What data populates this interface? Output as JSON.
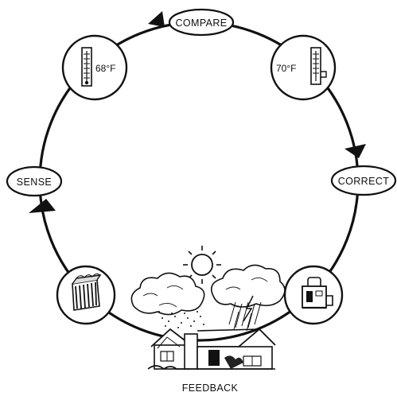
{
  "labels": {
    "compare": "COMPARE",
    "correct": "CORRECT",
    "sense": "SENSE",
    "feedback": "FEEDBACK"
  },
  "readings": {
    "left_temp": "68°F",
    "right_temp": "70°F"
  },
  "icons": [
    "thermometer-icon",
    "thermostat-icon",
    "heater-icon",
    "radiator-icon",
    "sun-icon",
    "cloud-icon",
    "rain-icon",
    "house-icon"
  ],
  "colors": {
    "ink": "#111111",
    "paper": "#ffffff"
  }
}
